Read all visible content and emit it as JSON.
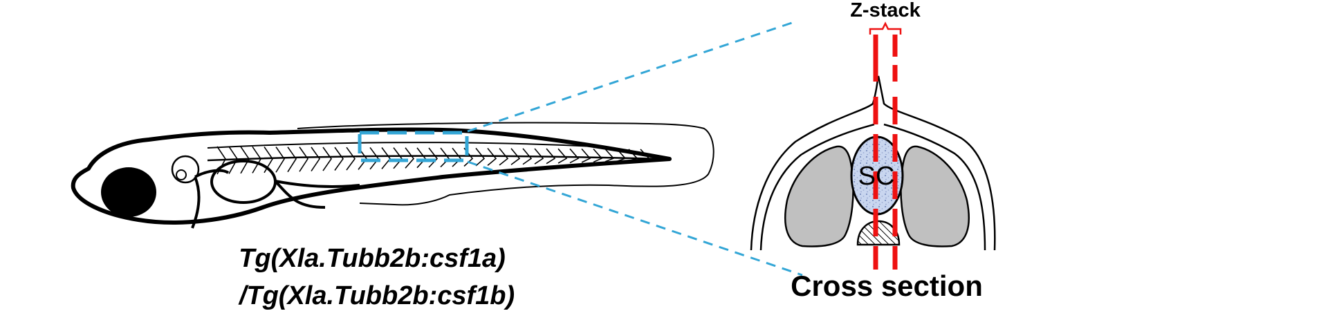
{
  "labels": {
    "genotype_line1": "Tg(Xla.Tubb2b:csf1a)",
    "genotype_line2": "/Tg(Xla.Tubb2b:csf1b)",
    "cross_section": "Cross section",
    "z_stack": "Z-stack",
    "spinal_cord": "SC"
  },
  "colors": {
    "outline": "#000000",
    "zoom_guide": "#33a6d6",
    "z_stack_planes": "#ee1111",
    "muscle_fill": "#c0c0c0",
    "spinal_cord_fill": "#c9d6ef",
    "eye_fill": "#000000"
  },
  "icons": {
    "larva": "zebrafish-larva-icon",
    "cross_section": "trunk-cross-section-icon"
  }
}
